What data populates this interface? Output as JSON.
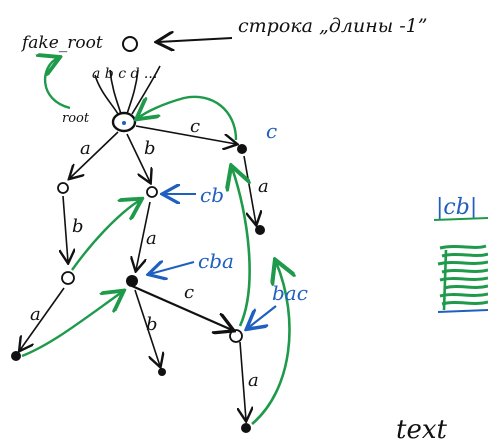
{
  "top_label": {
    "node_name": "fake_root",
    "annotation": "строка „длины -1”"
  },
  "root_label": "root",
  "root_edge_hint": "a b c d ...",
  "edge_labels": {
    "root_to_left": "a",
    "root_to_mid": "b",
    "root_to_right": "c",
    "left_to_leftdown": "b",
    "leftdown_to_leaf": "a",
    "mid_to_ba": "a",
    "ba_to_bac": "c",
    "ba_to_leaf": "b",
    "c_to_ca": "a",
    "bac_to_leaf": "a"
  },
  "suffix_labels": {
    "c": "c",
    "cb": "cb",
    "cba": "cba",
    "bac": "bac"
  },
  "side_note": "|cb|",
  "bottom_word": "text",
  "colors": {
    "ink": "#111111",
    "suffix_link": "#1e9a4a",
    "label": "#1f5fbf"
  }
}
